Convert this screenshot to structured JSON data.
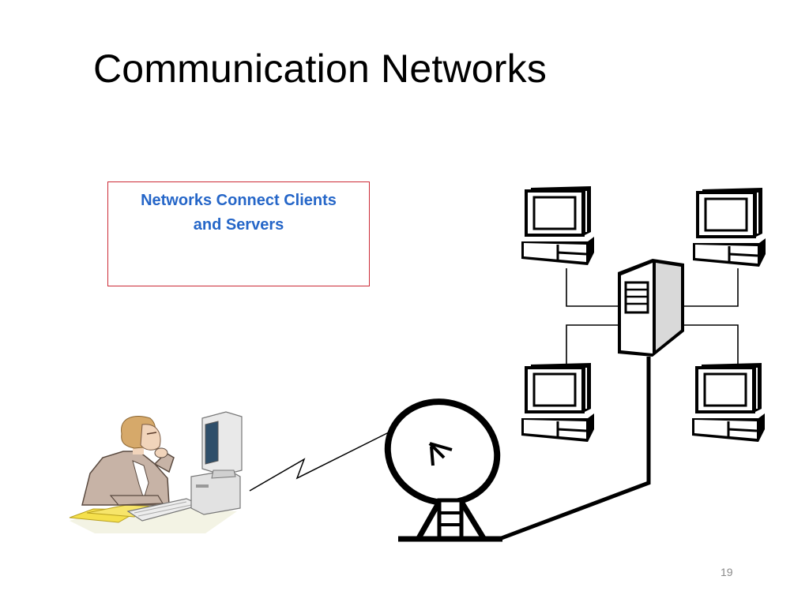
{
  "slide": {
    "title": "Communication Networks",
    "page_number": "19"
  },
  "callout": {
    "line1": "Networks Connect Clients",
    "line2": "and Servers"
  },
  "colors": {
    "callout_border": "#cc2a36",
    "callout_text": "#2566c8",
    "line": "#000000",
    "page_number": "#8a8a8a"
  }
}
